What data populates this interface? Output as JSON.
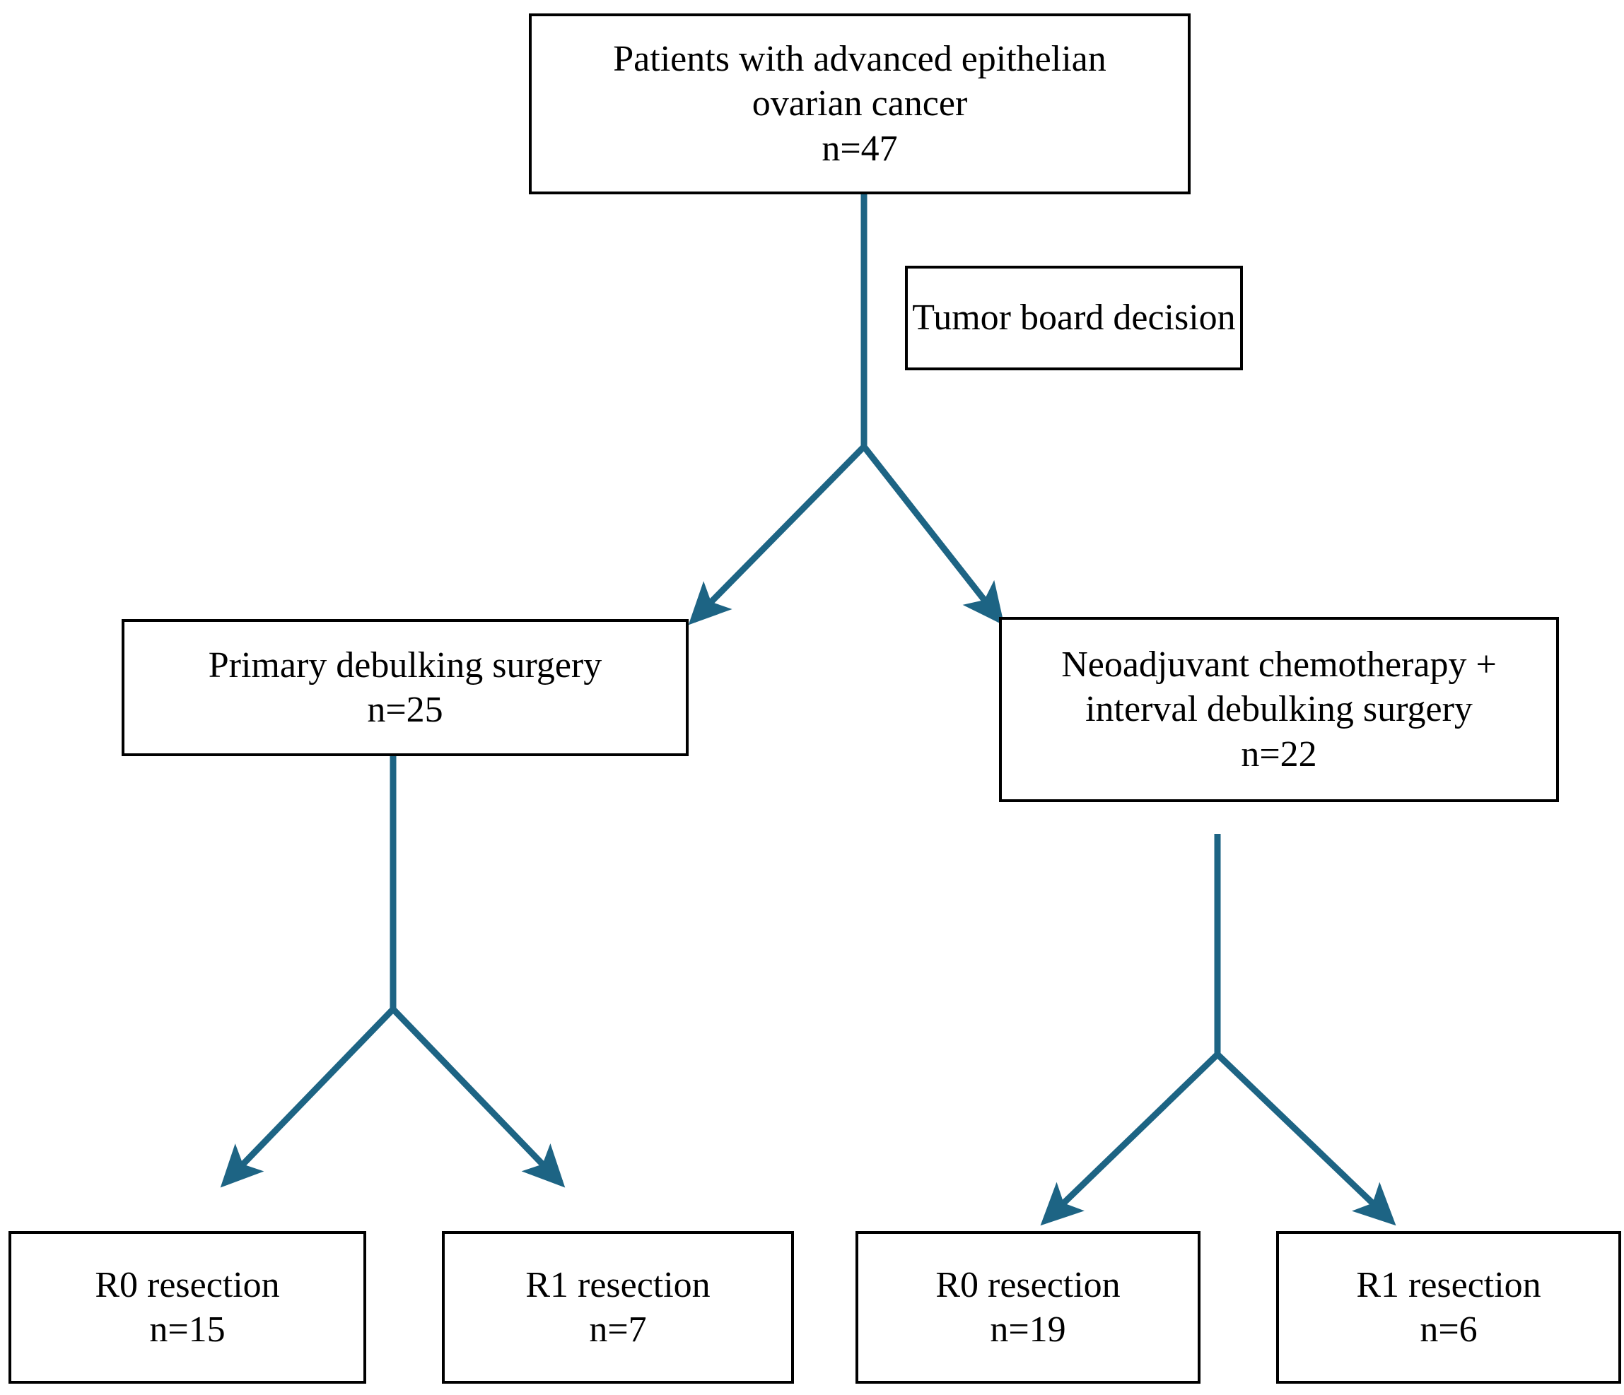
{
  "figure": {
    "type": "flowchart",
    "orientation": "top-down",
    "background_color": "#ffffff",
    "box_border_color": "#000000",
    "connector_color": "#1d6484"
  },
  "nodes": {
    "root": {
      "name": "advanced-epithelial-ovarian-cancer",
      "lines": [
        "Patients with advanced epithelian",
        "ovarian cancer",
        "n=47"
      ],
      "n": 47
    },
    "tumor_board": {
      "name": "tumor-board-decision",
      "lines": [
        "Tumor board decision"
      ]
    },
    "pds": {
      "name": "primary-debulking-surgery",
      "lines": [
        "Primary debulking surgery",
        "n=25"
      ],
      "n": 25
    },
    "nact": {
      "name": "neoadjuvant-chemotherapy-interval-debulking-surgery",
      "lines": [
        "Neoadjuvant chemotherapy +",
        "interval debulking surgery",
        "n=22"
      ],
      "n": 22
    },
    "pds_r0": {
      "name": "pds-r0-resection",
      "lines": [
        "R0 resection",
        "n=15"
      ],
      "n": 15
    },
    "pds_r1": {
      "name": "pds-r1-resection",
      "lines": [
        "R1 resection",
        "n=7"
      ],
      "n": 7
    },
    "nact_r0": {
      "name": "nact-r0-resection",
      "lines": [
        "R0 resection",
        "n=19"
      ],
      "n": 19
    },
    "nact_r1": {
      "name": "nact-r1-resection",
      "lines": [
        "R1 resection",
        "n=6"
      ],
      "n": 6
    }
  },
  "edges": [
    {
      "from": "root",
      "to": "pds",
      "style": "arrow"
    },
    {
      "from": "root",
      "to": "nact",
      "style": "arrow"
    },
    {
      "from": "pds",
      "to": "pds_r0",
      "style": "arrow"
    },
    {
      "from": "pds",
      "to": "pds_r1",
      "style": "arrow"
    },
    {
      "from": "nact",
      "to": "nact_r0",
      "style": "arrow"
    },
    {
      "from": "nact",
      "to": "nact_r1",
      "style": "arrow"
    }
  ]
}
